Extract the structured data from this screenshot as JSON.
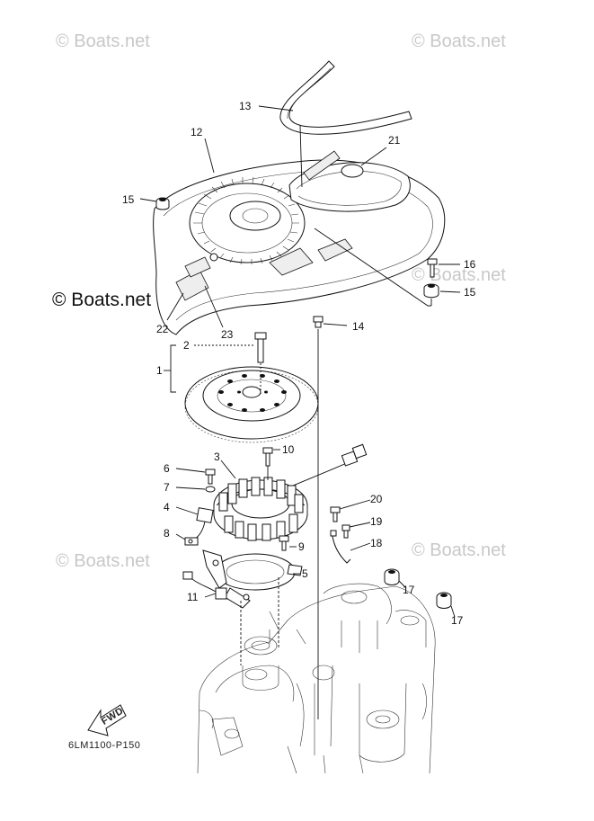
{
  "watermarks": [
    {
      "text": "© Boats.net"
    },
    {
      "text": "© Boats.net"
    },
    {
      "text": "© Boats.net"
    },
    {
      "text": "© Boats.net"
    },
    {
      "text": "© Boats.net"
    },
    {
      "text": "© Boats.net"
    }
  ],
  "callouts": {
    "c1": "1",
    "c2": "2",
    "c3": "3",
    "c4": "4",
    "c5": "5",
    "c6": "6",
    "c7": "7",
    "c8": "8",
    "c9": "9",
    "c10": "10",
    "c11": "11",
    "c12": "12",
    "c13": "13",
    "c14": "14",
    "c15a": "15",
    "c15b": "15",
    "c16": "16",
    "c17a": "17",
    "c17b": "17",
    "c18": "18",
    "c19": "19",
    "c20": "20",
    "c21": "21",
    "c22": "22",
    "c23": "23"
  },
  "fwd_label": "FWD",
  "diagram_code": "6LM1100-P150"
}
